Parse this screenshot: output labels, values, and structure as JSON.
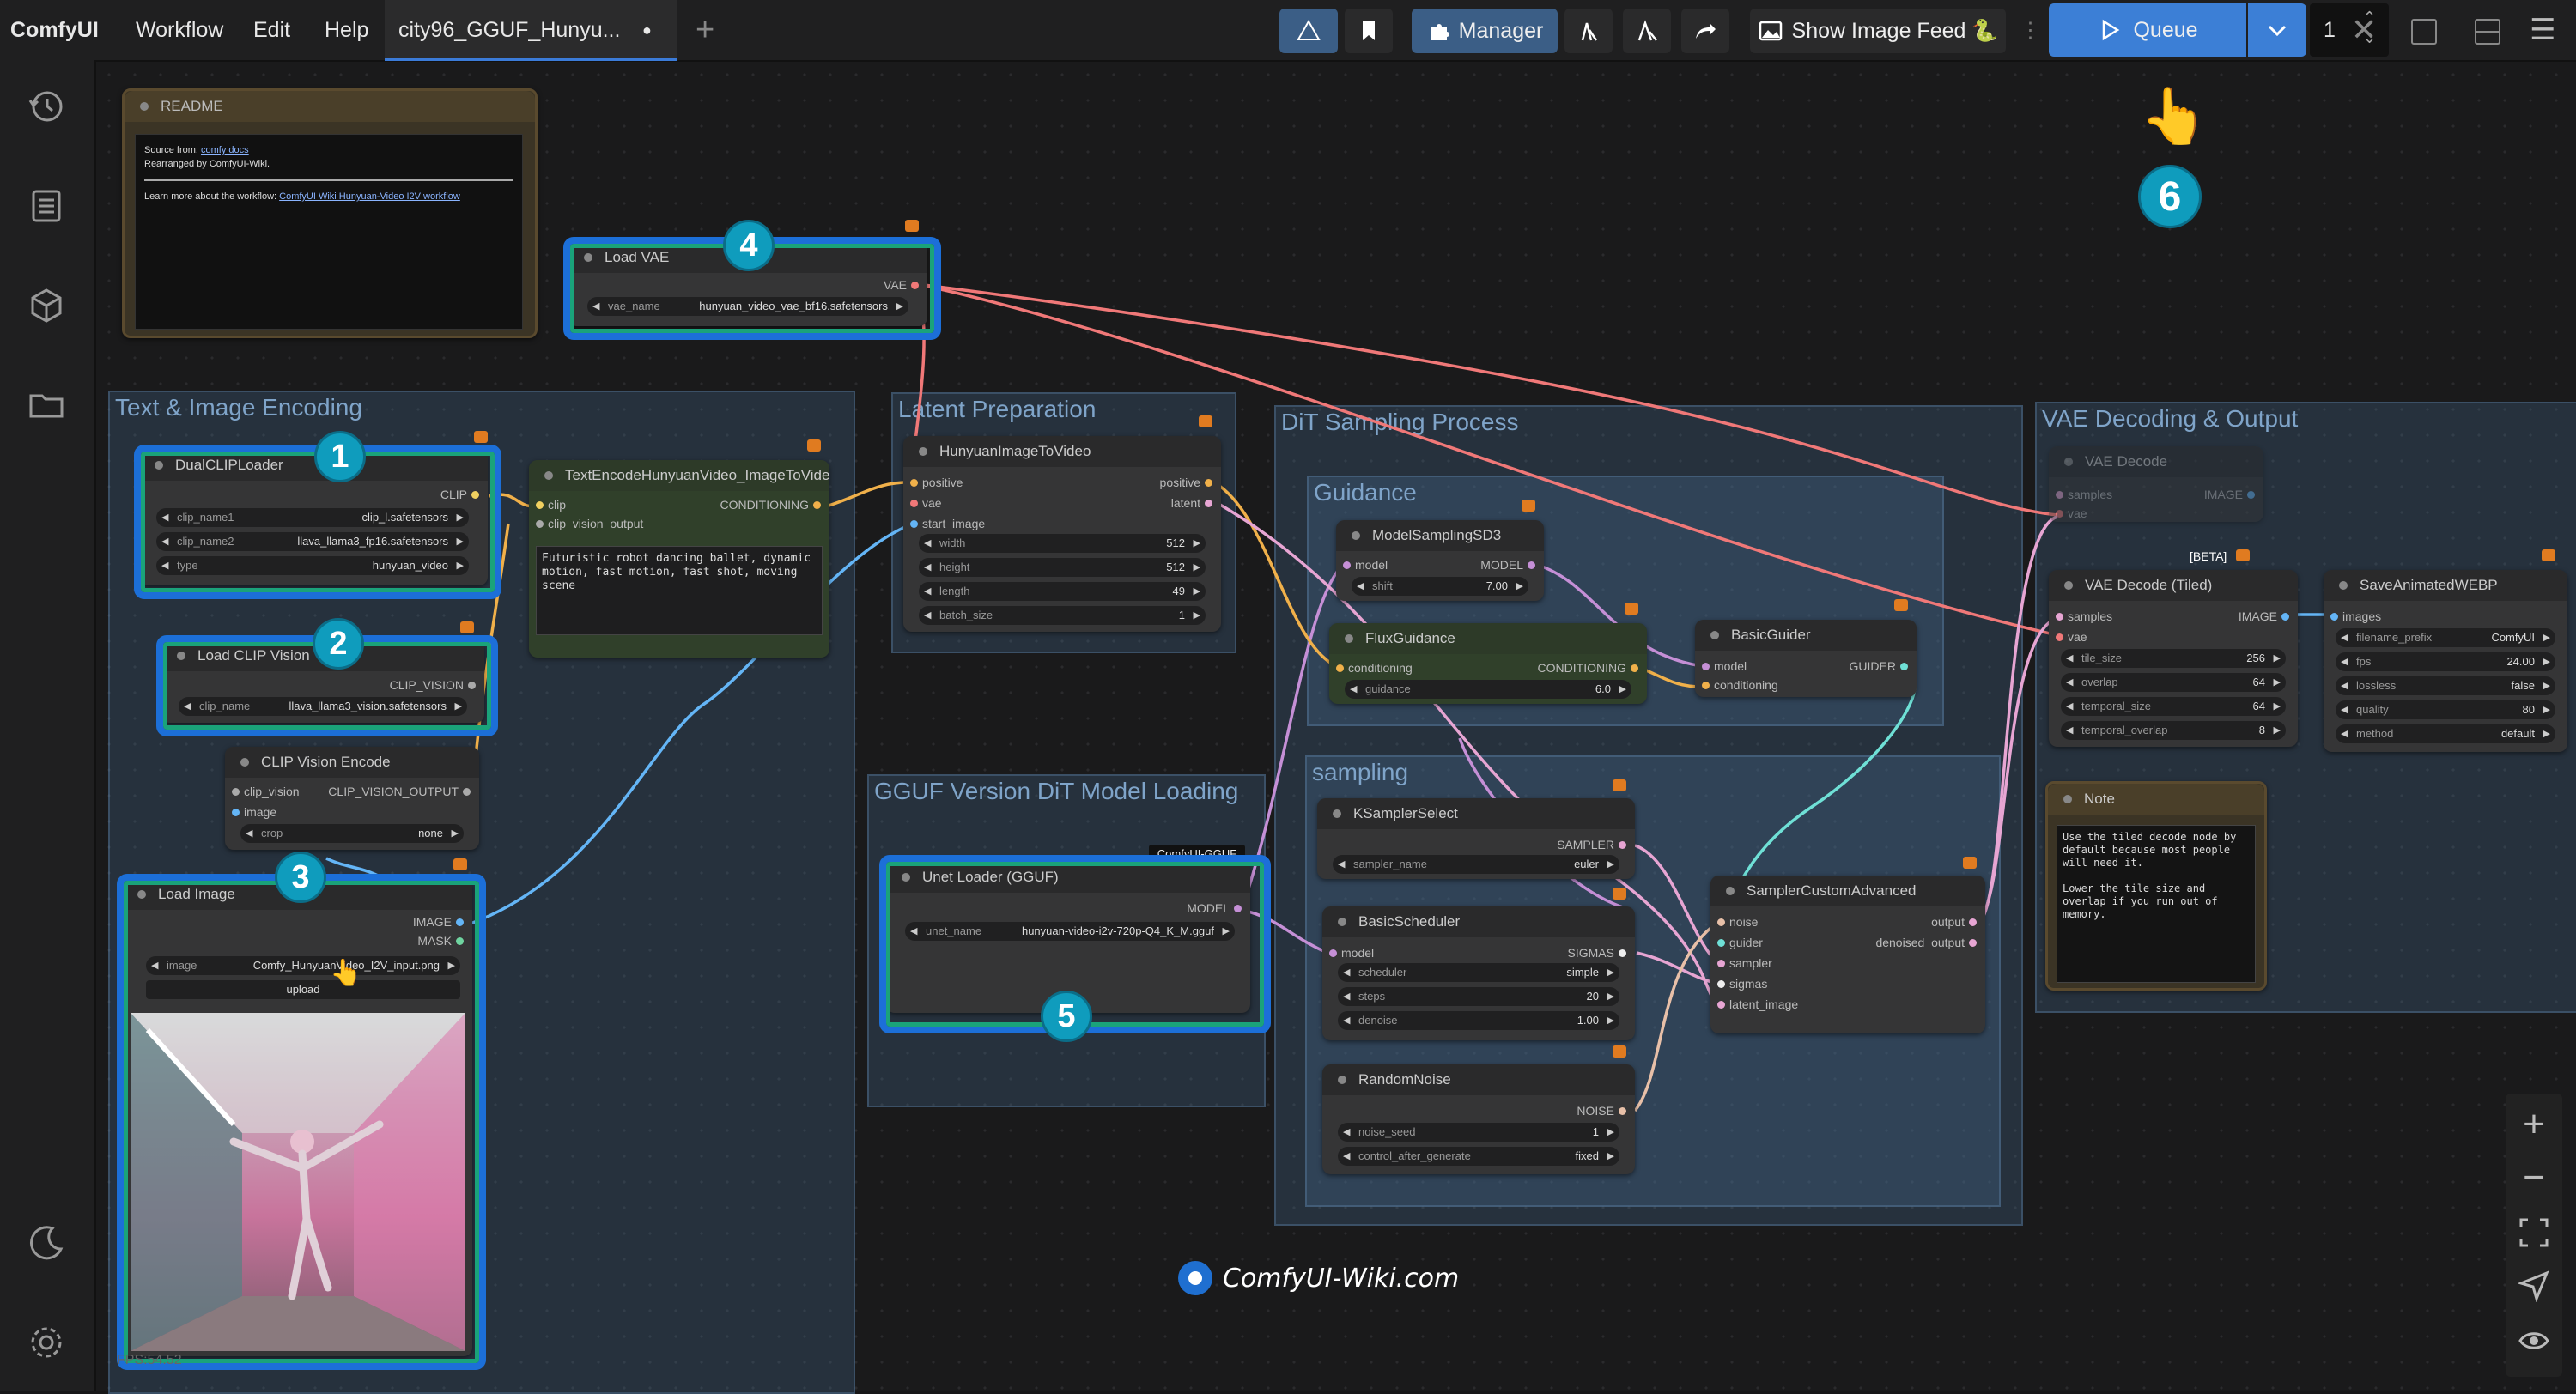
{
  "topbar": {
    "logo": "ComfyUI",
    "menu": [
      "Workflow",
      "Edit",
      "Help"
    ],
    "tab": "city96_GGUF_Hunyu...",
    "manager": "Manager",
    "image_feed": "Show Image Feed 🐍",
    "queue": "Queue",
    "queue_count": "1"
  },
  "readme": {
    "title": "README",
    "source_label": "Source from: ",
    "source_link": "comfy docs",
    "rearranged": "Rearranged by ComfyUI-Wiki.",
    "learn": "Learn more about the workflow: ",
    "learn_link": "ComfyUI Wiki Hunyuan-Video I2V workflow"
  },
  "groups": {
    "text_image": "Text & Image Encoding",
    "latent": "Latent Preparation",
    "dit": "DiT Sampling Process",
    "guidance": "Guidance",
    "sampling": "sampling",
    "gguf": "GGUF Version DiT Model Loading",
    "vae": "VAE Decoding & Output"
  },
  "nodes": {
    "load_vae": {
      "title": "Load VAE",
      "out": "VAE",
      "w_label": "vae_name",
      "w_value": "hunyuan_video_vae_bf16.safetensors"
    },
    "dual_clip": {
      "title": "DualCLIPLoader",
      "out": "CLIP",
      "clip_name1": "clip_l.safetensors",
      "clip_name2": "llava_llama3_fp16.safetensors",
      "type": "hunyuan_video",
      "l1": "clip_name1",
      "l2": "clip_name2",
      "l3": "type"
    },
    "text_encode": {
      "title": "TextEncodeHunyuanVideo_ImageToVideo",
      "in1": "clip",
      "in2": "clip_vision_output",
      "out": "CONDITIONING",
      "prompt": "Futuristic robot dancing ballet, dynamic motion, fast motion, fast shot, moving scene"
    },
    "load_clip_vision": {
      "title": "Load CLIP Vision",
      "out": "CLIP_VISION",
      "w_label": "clip_name",
      "w_value": "llava_llama3_vision.safetensors"
    },
    "clip_vision_encode": {
      "title": "CLIP Vision Encode",
      "in1": "clip_vision",
      "in2": "image",
      "out": "CLIP_VISION_OUTPUT",
      "w_label": "crop",
      "w_value": "none"
    },
    "load_image": {
      "title": "Load Image",
      "out1": "IMAGE",
      "out2": "MASK",
      "w_label": "image",
      "w_value": "Comfy_HunyuanVideo_I2V_input.png",
      "upload": "upload"
    },
    "hunyuan_i2v": {
      "title": "HunyuanImageToVideo",
      "in1": "positive",
      "in2": "vae",
      "in3": "start_image",
      "out1": "positive",
      "out2": "latent",
      "width_l": "width",
      "width_v": "512",
      "height_l": "height",
      "height_v": "512",
      "length_l": "length",
      "length_v": "49",
      "batch_l": "batch_size",
      "batch_v": "1"
    },
    "unet_loader": {
      "title": "Unet Loader (GGUF)",
      "tag": "ComfyUI-GGUF",
      "out": "MODEL",
      "w_label": "unet_name",
      "w_value": "hunyuan-video-i2v-720p-Q4_K_M.gguf"
    },
    "model_sampling": {
      "title": "ModelSamplingSD3",
      "in": "model",
      "out": "MODEL",
      "w_label": "shift",
      "w_value": "7.00"
    },
    "flux_guidance": {
      "title": "FluxGuidance",
      "in": "conditioning",
      "out": "CONDITIONING",
      "w_label": "guidance",
      "w_value": "6.0"
    },
    "basic_guider": {
      "title": "BasicGuider",
      "in1": "model",
      "in2": "conditioning",
      "out": "GUIDER"
    },
    "ksampler_select": {
      "title": "KSamplerSelect",
      "out": "SAMPLER",
      "w_label": "sampler_name",
      "w_value": "euler"
    },
    "basic_scheduler": {
      "title": "BasicScheduler",
      "in": "model",
      "out": "SIGMAS",
      "sch_l": "scheduler",
      "sch_v": "simple",
      "steps_l": "steps",
      "steps_v": "20",
      "den_l": "denoise",
      "den_v": "1.00"
    },
    "random_noise": {
      "title": "RandomNoise",
      "out": "NOISE",
      "seed_l": "noise_seed",
      "seed_v": "1",
      "ctrl_l": "control_after_generate",
      "ctrl_v": "fixed"
    },
    "sampler_custom": {
      "title": "SamplerCustomAdvanced",
      "in1": "noise",
      "in2": "guider",
      "in3": "sampler",
      "in4": "sigmas",
      "in5": "latent_image",
      "out1": "output",
      "out2": "denoised_output"
    },
    "vae_decode": {
      "title": "VAE Decode",
      "in1": "samples",
      "in2": "vae",
      "out": "IMAGE"
    },
    "vae_decode_tiled": {
      "title": "VAE Decode (Tiled)",
      "beta": "[BETA]",
      "in1": "samples",
      "in2": "vae",
      "out": "IMAGE",
      "tile_l": "tile_size",
      "tile_v": "256",
      "ov_l": "overlap",
      "ov_v": "64",
      "ts_l": "temporal_size",
      "ts_v": "64",
      "to_l": "temporal_overlap",
      "to_v": "8"
    },
    "save_webp": {
      "title": "SaveAnimatedWEBP",
      "in": "images",
      "fp_l": "filename_prefix",
      "fp_v": "ComfyUI",
      "fps_l": "fps",
      "fps_v": "24.00",
      "ll_l": "lossless",
      "ll_v": "false",
      "q_l": "quality",
      "q_v": "80",
      "m_l": "method",
      "m_v": "default"
    },
    "note": {
      "title": "Note",
      "text": "Use the tiled decode node by default because most people will need it.\n\nLower the tile_size and overlap if you run out of memory."
    }
  },
  "badges": [
    "1",
    "2",
    "3",
    "4",
    "5",
    "6"
  ],
  "watermark": "ComfyUI-Wiki.com",
  "fps": "FPS:54.52",
  "colors": {
    "highlight_blue": "#1c6fd8",
    "highlight_green": "#1aa37a",
    "badge": "#0f9cbd",
    "group": "#486e96"
  }
}
